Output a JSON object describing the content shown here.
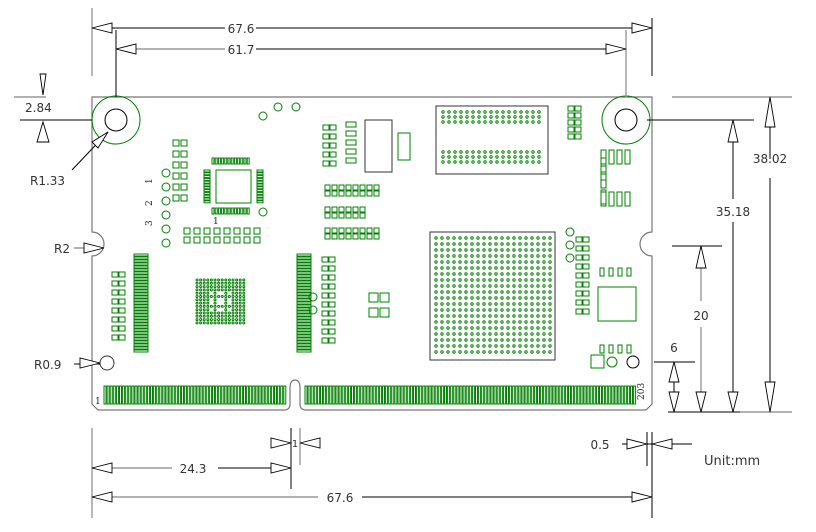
{
  "drawing": {
    "unit_label": "Unit:mm",
    "colors": {
      "component": "#008000",
      "outline": "#777777",
      "dimension": "#000000"
    },
    "dimensions": {
      "top_width_overall": "67.6",
      "top_hole_spacing": "61.7",
      "hole_offset_top": "2.84",
      "hole_radius": "R1.33",
      "notch_radius": "R2",
      "small_hole_radius": "R0.9",
      "height_overall": "38.02",
      "height_to_hole": "35.18",
      "height_to_notch": "20",
      "height_small": "6",
      "bottom_width_overall": "67.6",
      "key_offset": "24.3",
      "key_width": "1",
      "edge_offset": "0.5"
    },
    "silkscreen": {
      "pin_first": "1",
      "pin_last": "203",
      "chip_pin1": "1",
      "switch_labels": [
        "1",
        "2",
        "3"
      ]
    }
  }
}
